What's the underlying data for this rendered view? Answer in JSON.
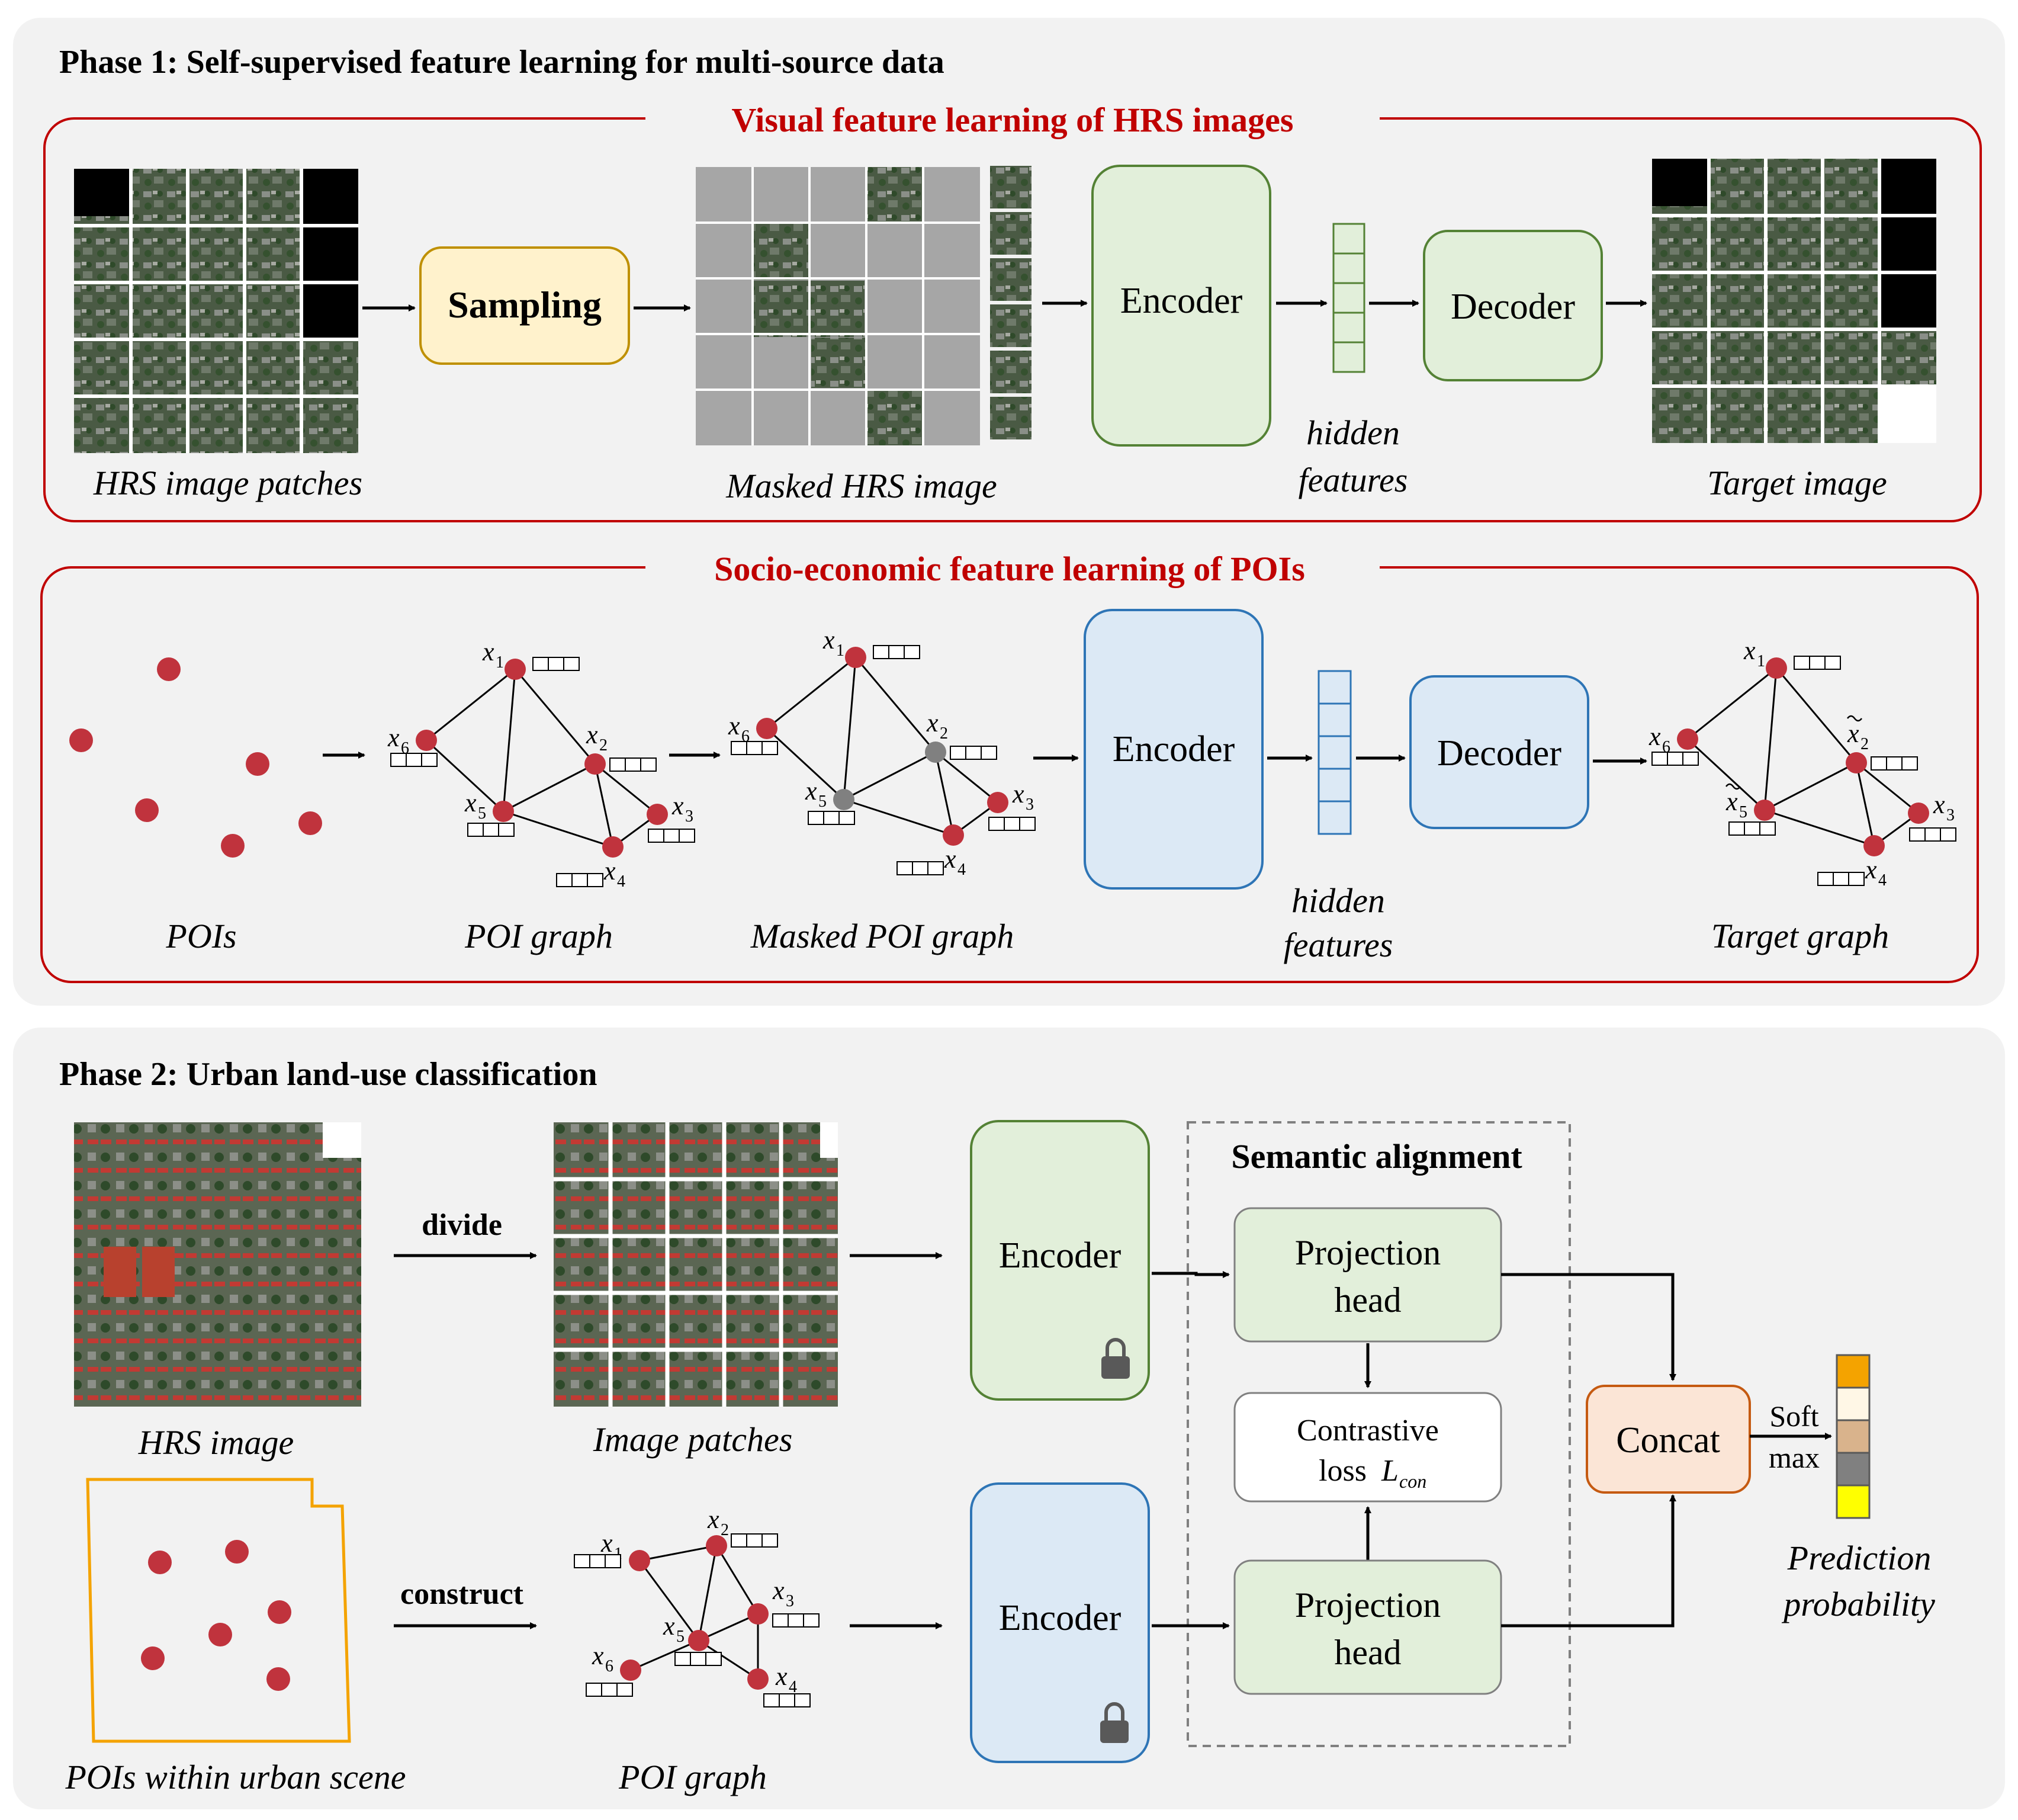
{
  "phase1": {
    "title": "Phase 1: Self-supervised feature learning for multi-source data",
    "visual": {
      "title": "Visual feature learning of HRS images",
      "patches_caption": "HRS image patches",
      "sampling_label": "Sampling",
      "masked_caption": "Masked HRS image",
      "encoder_label": "Encoder",
      "hidden_line1": "hidden",
      "hidden_line2": "features",
      "decoder_label": "Decoder",
      "target_caption": "Target image"
    },
    "poi": {
      "title": "Socio-economic feature learning of POIs",
      "pois_caption": "POIs",
      "graph_caption": "POI graph",
      "masked_caption": "Masked POI graph",
      "encoder_label": "Encoder",
      "hidden_line1": "hidden",
      "hidden_line2": "features",
      "decoder_label": "Decoder",
      "target_caption": "Target graph"
    }
  },
  "phase2": {
    "title": "Phase 2: Urban land-use classification",
    "hrs_caption": "HRS image",
    "divide_label": "divide",
    "patches_caption": "Image patches",
    "encoder_top": "Encoder",
    "encoder_bottom": "Encoder",
    "alignment_title": "Semantic alignment",
    "proj_top_line1": "Projection",
    "proj_top_line2": "head",
    "loss_line1": "Contrastive",
    "loss_prefix": "loss",
    "loss_symbol": "L",
    "loss_subscript": "con",
    "proj_bottom_line1": "Projection",
    "proj_bottom_line2": "head",
    "concat_label": "Concat",
    "softmax_line1": "Soft",
    "softmax_line2": "max",
    "prediction_line1": "Prediction",
    "prediction_line2": "probability",
    "construct_label": "construct",
    "pois_caption": "POIs within urban scene",
    "graph_caption": "POI graph"
  },
  "node_labels": [
    "x",
    "1",
    "2",
    "3",
    "4",
    "5",
    "6"
  ],
  "colors": {
    "panel_bg": "#f2f2f2",
    "section_border": "#c00000",
    "section_title": "#c00000",
    "green_fill": "#e2efda",
    "green_border": "#548235",
    "blue_fill": "#dce9f5",
    "blue_border": "#2e75b6",
    "sampling_fill": "#fff2cc",
    "sampling_border": "#bf9000",
    "concat_fill": "#fbe5d6",
    "concat_border": "#c55a11",
    "poi_node": "#c0333d",
    "masked_node": "#808080",
    "prob_colors": [
      "#f4a300",
      "#fff7e6",
      "#d9b38c",
      "#808080",
      "#ffff00"
    ]
  }
}
